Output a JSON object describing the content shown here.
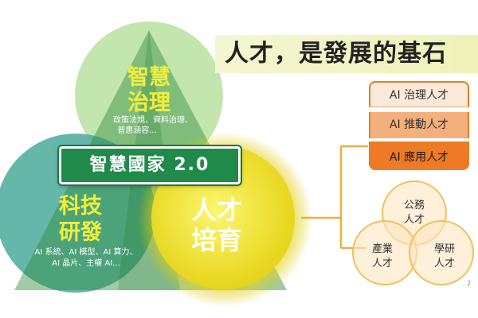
{
  "title": "人才，是發展的基石",
  "center_banner": "智慧國家 2.0",
  "governance": {
    "heading_line1": "智慧",
    "heading_line2": "治理",
    "desc_line1": "政策法規、資料治理、",
    "desc_line2": "普惠涵容..."
  },
  "tech": {
    "heading_line1": "科技",
    "heading_line2": "研發",
    "desc_line1": "AI 系統、AI 模型、AI 算力、",
    "desc_line2": "AI 晶片、主權 AI..."
  },
  "talent": {
    "heading_line1": "人才",
    "heading_line2": "培育"
  },
  "talent_types": [
    "AI 治理人才",
    "AI 推動人才",
    "AI 應用人才"
  ],
  "sectors": {
    "public": {
      "line1": "公務",
      "line2": "人才"
    },
    "industry": {
      "line1": "產業",
      "line2": "人才"
    },
    "academia": {
      "line1": "學研",
      "line2": "人才"
    }
  },
  "page_number": "2",
  "colors": {
    "accent_green": "#1f8a4a",
    "heading_yellow": "#f2ef3a",
    "orange": "#e67e22",
    "circle_border": "#f0c060"
  }
}
